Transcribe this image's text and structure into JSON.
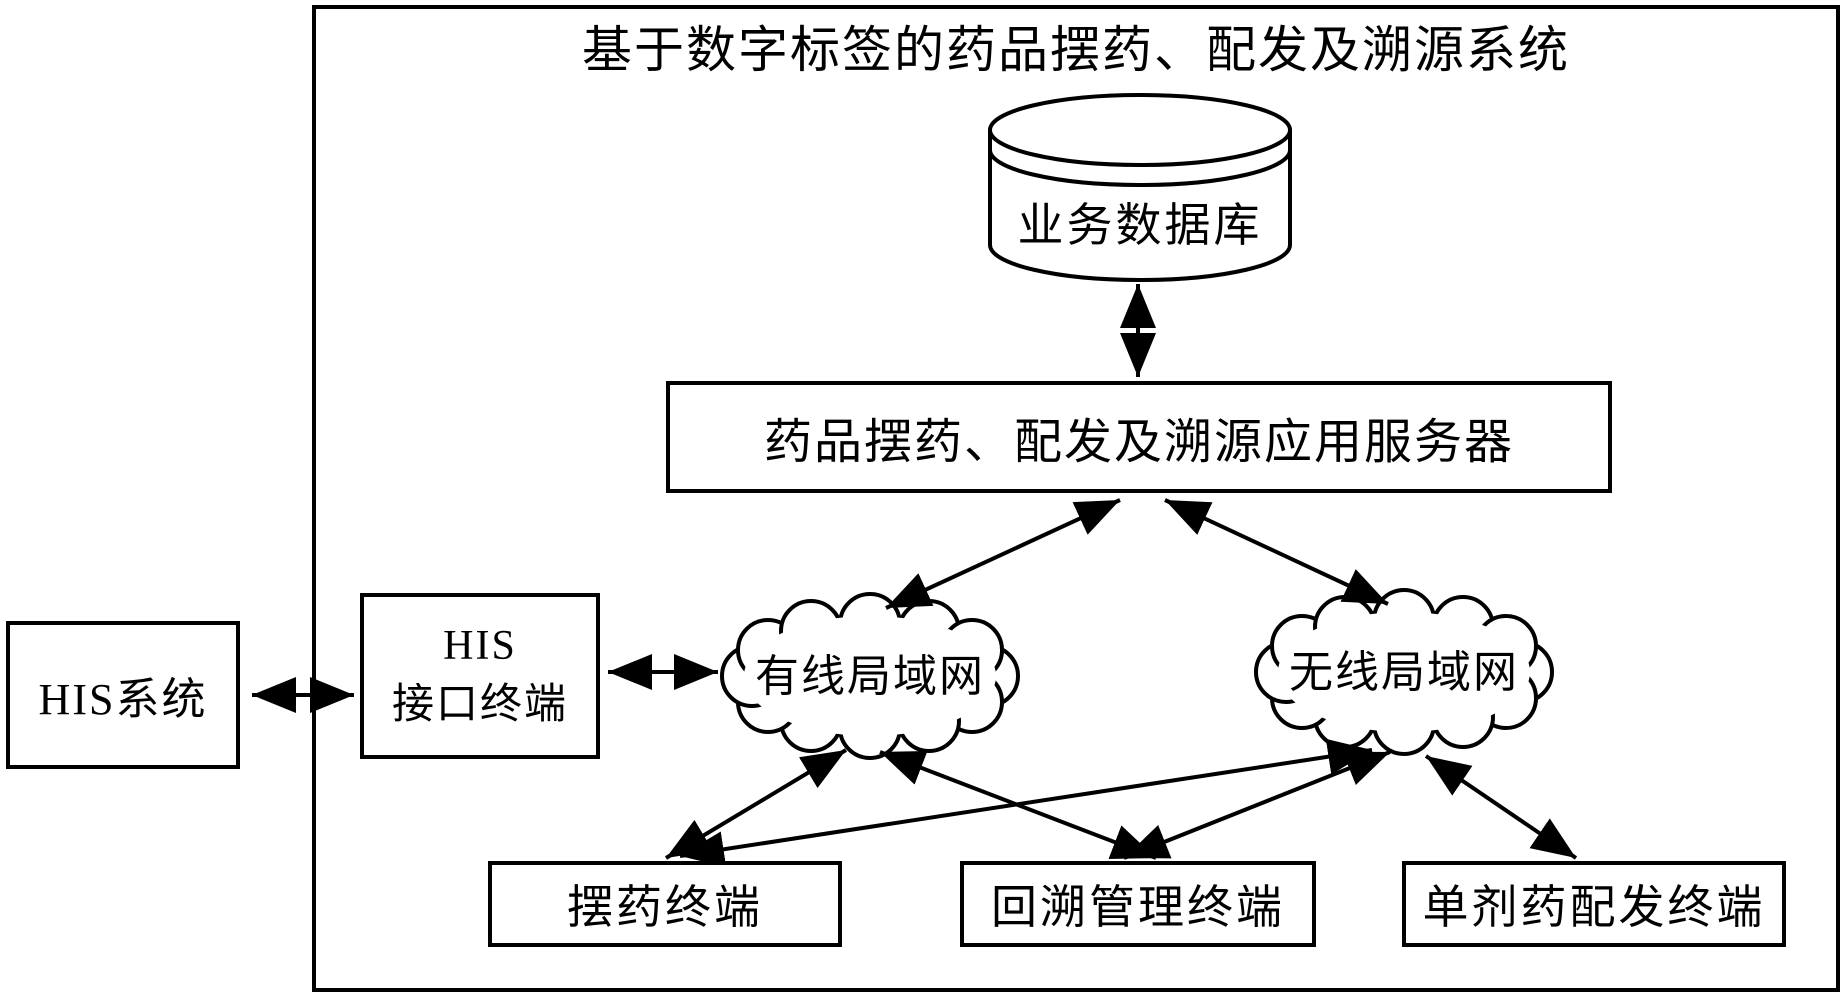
{
  "title": "基于数字标签的药品摆药、配发及溯源系统",
  "nodes": {
    "database": "业务数据库",
    "app_server": "药品摆药、配发及溯源应用服务器",
    "wired_lan": "有线局域网",
    "wireless_lan": "无线局域网",
    "his_system": "HIS系统",
    "his_interface_line1": "HIS",
    "his_interface_line2": "接口终端",
    "dispensing_terminal": "摆药终端",
    "traceback_terminal": "回溯管理终端",
    "single_dose_terminal": "单剂药配发终端"
  },
  "colors": {
    "line": "#000000",
    "background": "#ffffff"
  }
}
